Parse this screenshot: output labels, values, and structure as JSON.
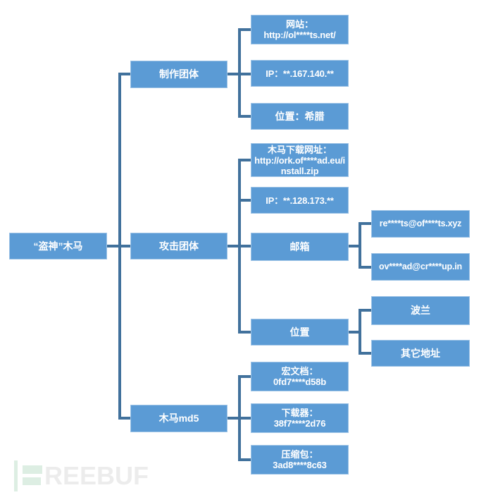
{
  "theme": {
    "background": "#ffffff",
    "node_fill": "#5b9bd5",
    "node_border": "#9dc3e6",
    "connector": "#41719c",
    "node_text": "#ffffff",
    "watermark_green": "#ddeee3",
    "watermark_gray": "#ececec"
  },
  "diagram": {
    "root": {
      "label": "“盗神”木马"
    },
    "groups": {
      "maker": {
        "label": "制作团体"
      },
      "attacker": {
        "label": "攻击团体"
      },
      "md5": {
        "label": "木马md5"
      }
    },
    "details": {
      "website": {
        "lines": [
          "网站：",
          "http://ol****ts.net/"
        ]
      },
      "maker_ip": {
        "label": "IP：**.167.140.**"
      },
      "maker_location": {
        "label": "位置：希腊"
      },
      "download_url": {
        "lines": [
          "木马下载网址：",
          "http://ork.of****ad.eu/i",
          "nstall.zip"
        ]
      },
      "attacker_ip": {
        "label": "IP：**.128.173.**"
      },
      "mailbox": {
        "label": "邮箱"
      },
      "attacker_location": {
        "label": "位置"
      },
      "macro_doc": {
        "lines": [
          "宏文档：",
          "0fd7****d58b"
        ]
      },
      "downloader": {
        "lines": [
          "下载器：",
          "38f7****2d76"
        ]
      },
      "archive": {
        "lines": [
          "压缩包：",
          "3ad8****8c63"
        ]
      },
      "email_1": {
        "label": "re****ts@of****ts.xyz"
      },
      "email_2": {
        "label": "ov****ad@cr****up.in"
      },
      "location_poland": {
        "label": "波兰"
      },
      "location_other": {
        "label": "其它地址"
      }
    }
  },
  "watermark": {
    "text": "REEBUF"
  }
}
